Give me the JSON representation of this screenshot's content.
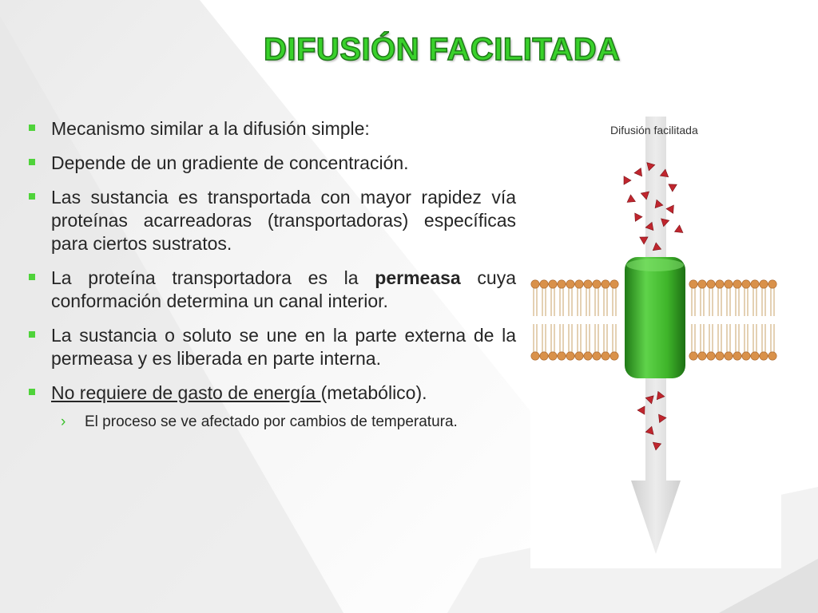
{
  "slide": {
    "title": "DIFUSIÓN  FACILITADA",
    "accent_color": "#39d12b",
    "bullet_color": "#4fd33a"
  },
  "bullets": [
    {
      "text": "Mecanismo similar a la difusión simple:"
    },
    {
      "text": "Depende de un gradiente de concentración."
    },
    {
      "text": "Las sustancia es transportada con mayor rapidez vía proteínas acarreadoras (transportadoras) específicas para ciertos sustratos."
    },
    {
      "before": "La proteína transportadora es la ",
      "bold": "permeasa",
      "after": " cuya conformación determina un canal interior."
    },
    {
      "text": "La sustancia o soluto se une en la parte externa de la permeasa y es liberada en parte interna."
    },
    {
      "underline": "No requiere de gasto de energía ",
      "after": "(metabólico)."
    }
  ],
  "sub_bullets": [
    {
      "text": "El proceso se ve afectado por cambios de temperatura."
    }
  ],
  "figure": {
    "label": "Difusión facilitada",
    "icons": [
      "gradient-arrow-icon",
      "membrane-icon",
      "protein-channel-icon",
      "solute-molecule-icon"
    ],
    "protein_color": "#3fb52a",
    "molecule_color": "#c0262e",
    "lipid_head_color": "#d9914a"
  }
}
